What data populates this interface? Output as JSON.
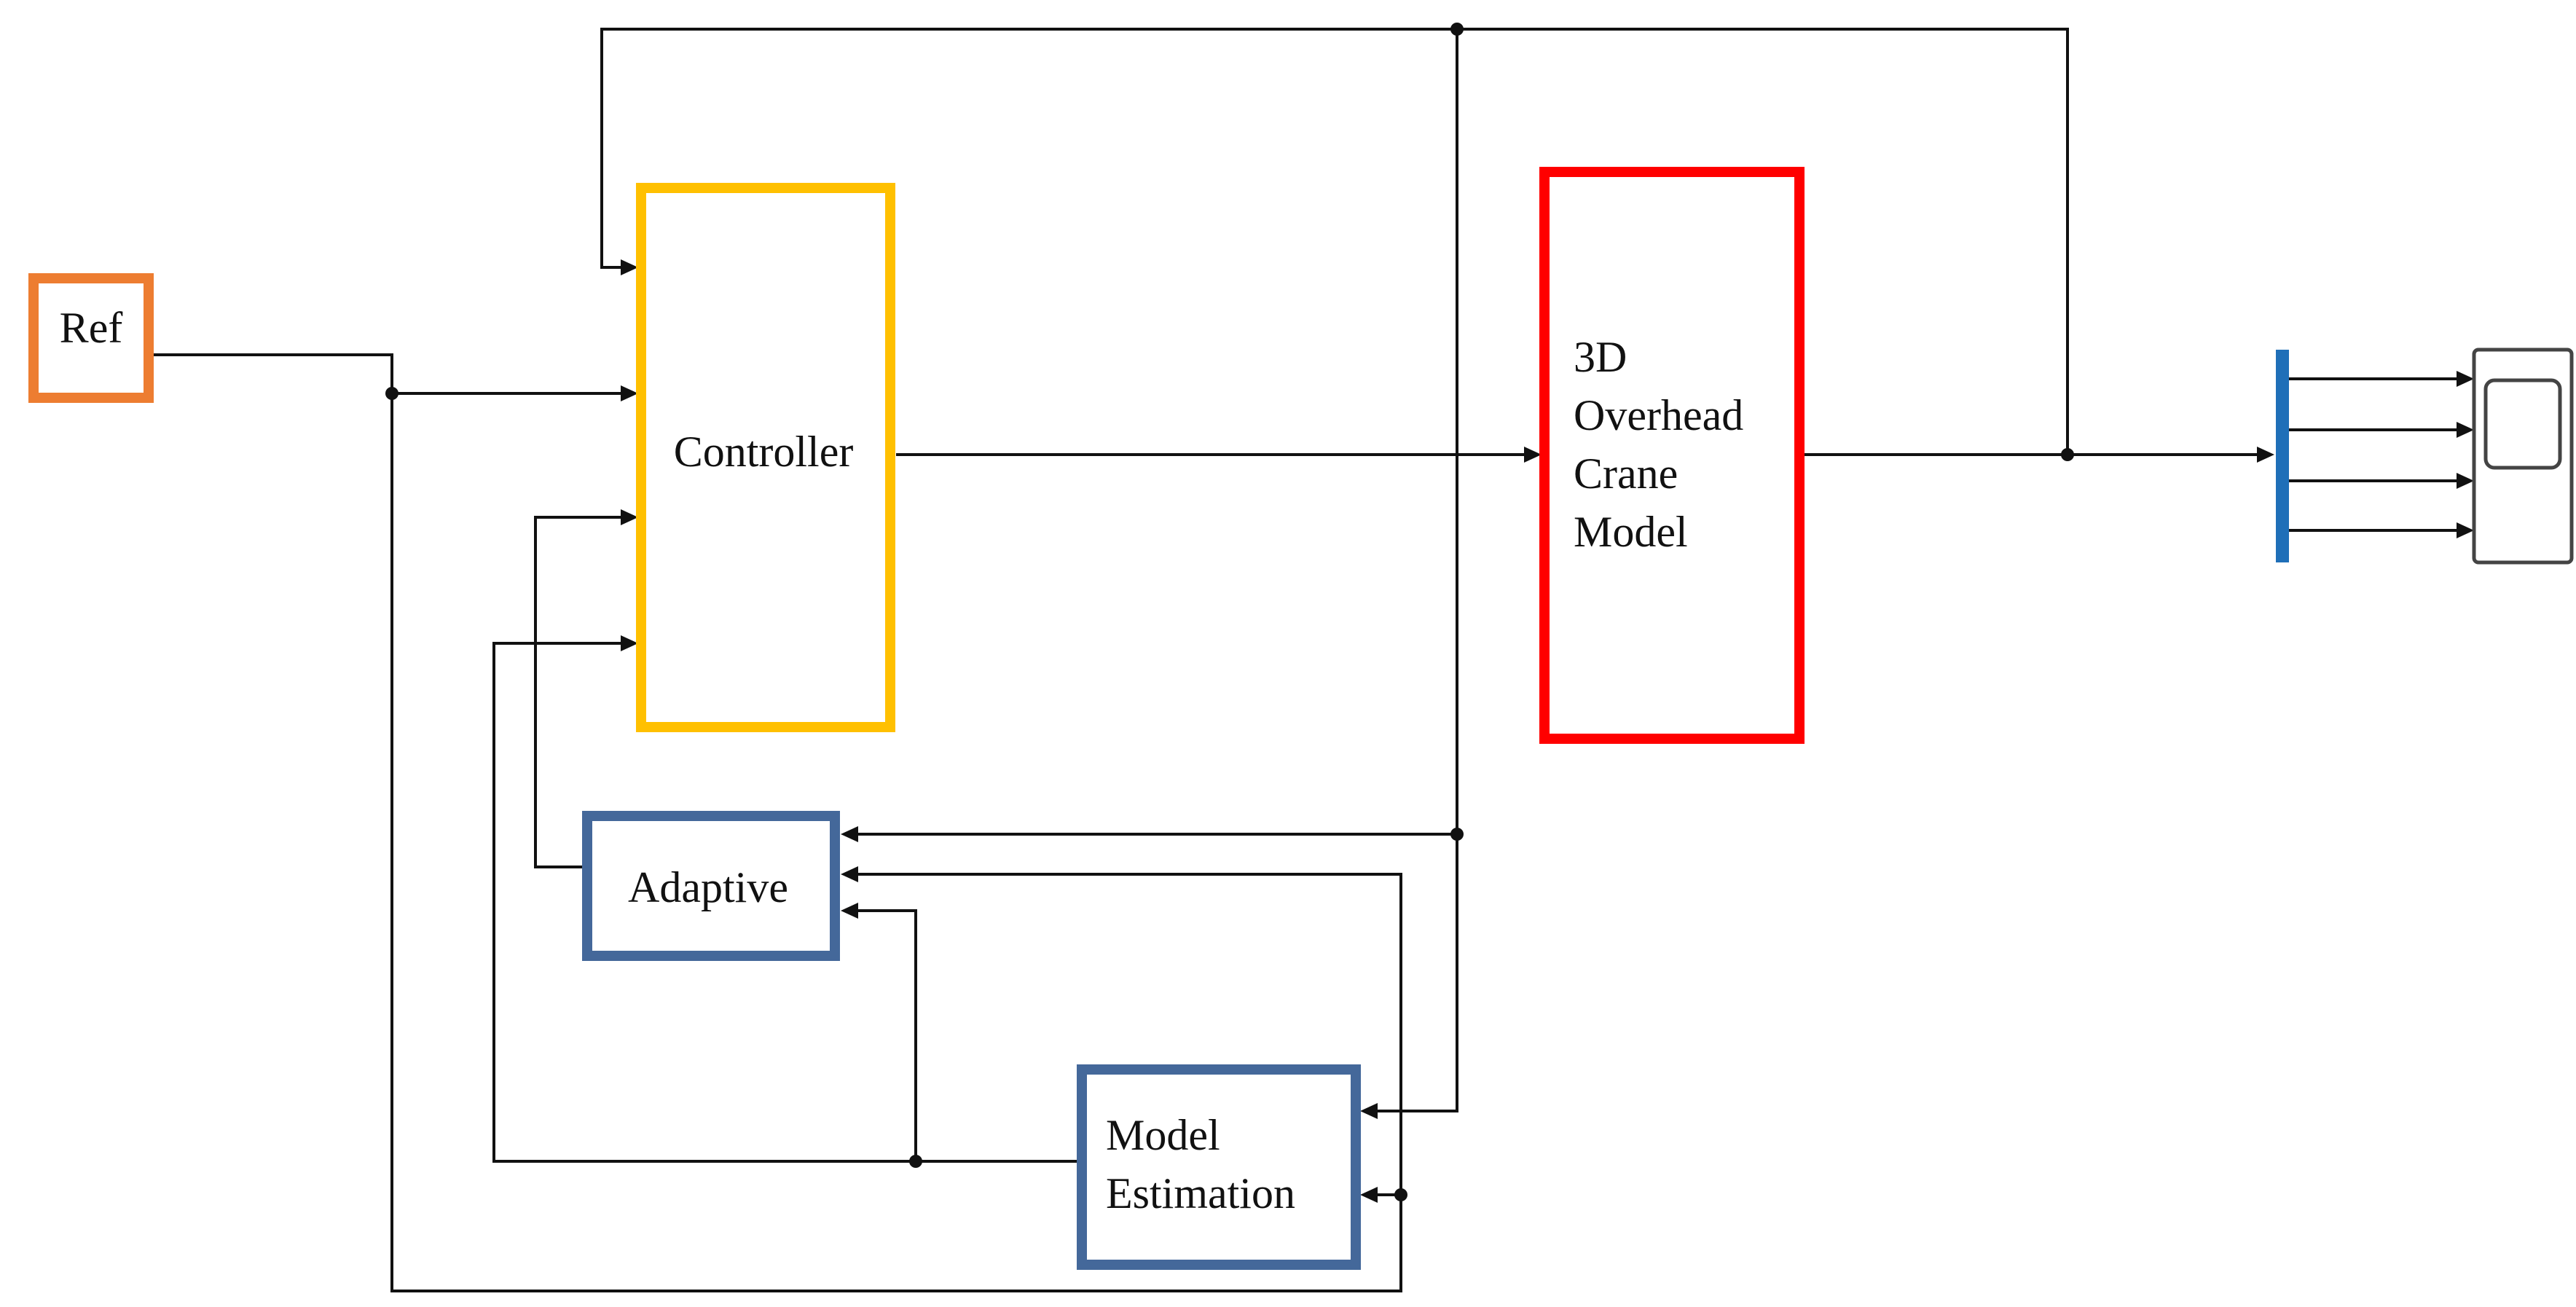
{
  "colors": {
    "ref": "#ED7D31",
    "controller": "#FFC000",
    "crane": "#FF0000",
    "adaptive": "#44689A",
    "estimation": "#44689A",
    "mux": "#1F6FB8",
    "wire": "#111111",
    "scope_border": "#444444"
  },
  "blocks": {
    "ref": {
      "label": "Ref"
    },
    "controller": {
      "label": "Controller"
    },
    "crane": {
      "lines": [
        "3D",
        "Overhead",
        "Crane",
        "Model"
      ]
    },
    "adaptive": {
      "label": "Adaptive"
    },
    "estimation": {
      "lines": [
        "Model",
        "Estimation"
      ]
    },
    "mux": {
      "icon": "mux-bar-icon"
    },
    "scope": {
      "icon": "scope-icon"
    }
  }
}
